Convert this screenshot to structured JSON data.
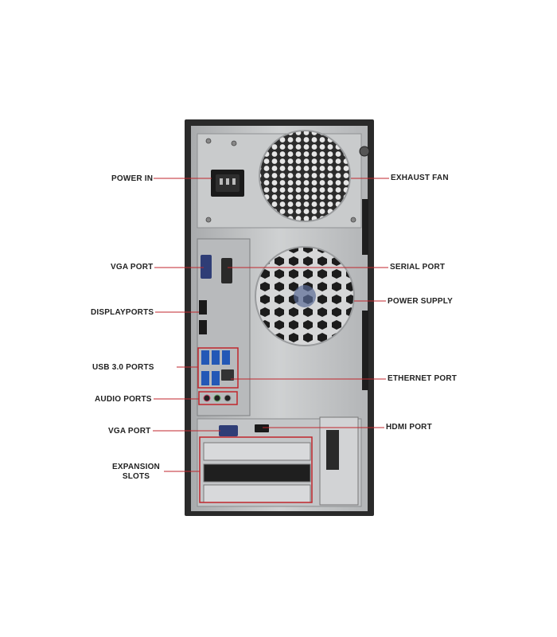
{
  "labels": {
    "power_in": "POWER IN",
    "vga_port_top": "VGA PORT",
    "displayports": "DISPLAYPORTS",
    "usb30_ports": "USB 3.0 PORTS",
    "audio_ports": "AUDIO PORTS",
    "vga_port_bottom": "VGA PORT",
    "expansion_slots_line1": "EXPANSION",
    "expansion_slots_line2": "SLOTS",
    "exhaust_fan": "EXHAUST FAN",
    "serial_port": "SERIAL PORT",
    "power_supply": "POWER SUPPLY",
    "ethernet_port": "ETHERNET PORT",
    "hdmi_port": "HDMI PORT"
  },
  "colors": {
    "callout_line": "#c0262c",
    "chassis_frame": "#2a2a2a",
    "chassis_panel": "#bfc1c3"
  }
}
